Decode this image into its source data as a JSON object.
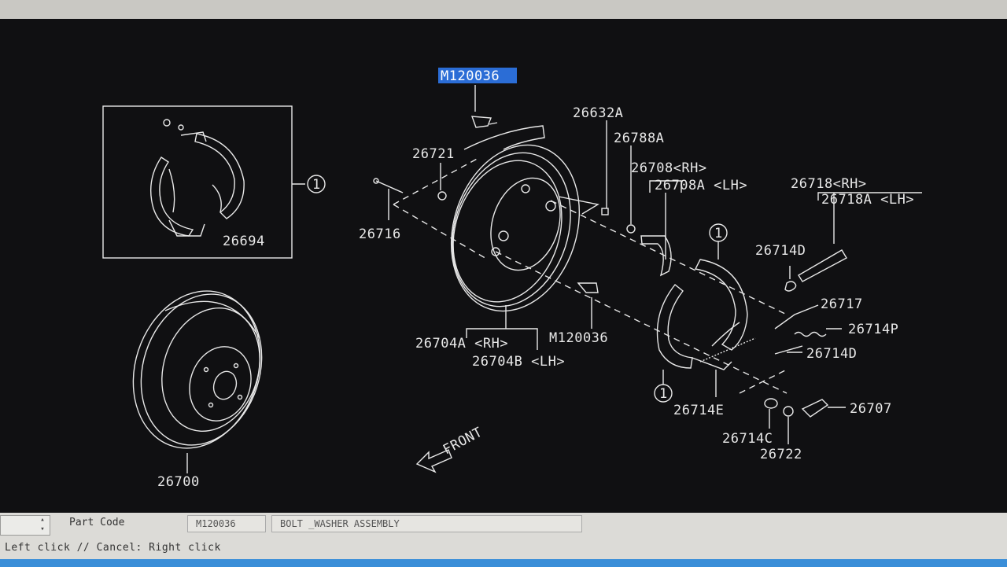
{
  "diagram": {
    "part_labels": {
      "top_bolt": "M120036",
      "shoe_kit": "26694",
      "callout_one": "1",
      "disc": "26700",
      "backing_bolt": "26716",
      "adjuster_pin": "26721",
      "backing_plate_rh": "26704A <RH>",
      "backing_plate_lh": "26704B <LH>",
      "lower_bolt": "M120036",
      "clip_a": "26632A",
      "clip_b": "26788A",
      "lever_rh": "26708<RH>",
      "lever_lh": "26708A <LH>",
      "strut_rh": "26718<RH>",
      "strut_lh": "26718A <LH>",
      "spring_d1": "26714D",
      "spring_17": "26717",
      "spring_p": "26714P",
      "spring_d2": "26714D",
      "spring_e": "26714E",
      "spring_c": "26714C",
      "washer": "26722",
      "adjuster": "26707",
      "front_arrow": "FRONT"
    }
  },
  "part_code": {
    "label": "Part Code",
    "value": "M120036",
    "description": "BOLT _WASHER ASSEMBLY"
  },
  "status": {
    "hint": "Left click // Cancel: Right click"
  },
  "colors": {
    "drawing_bg": "#101012",
    "line": "#e8e8e8",
    "selection": "#2b6dd6",
    "window_bg": "#dcdbd7"
  }
}
